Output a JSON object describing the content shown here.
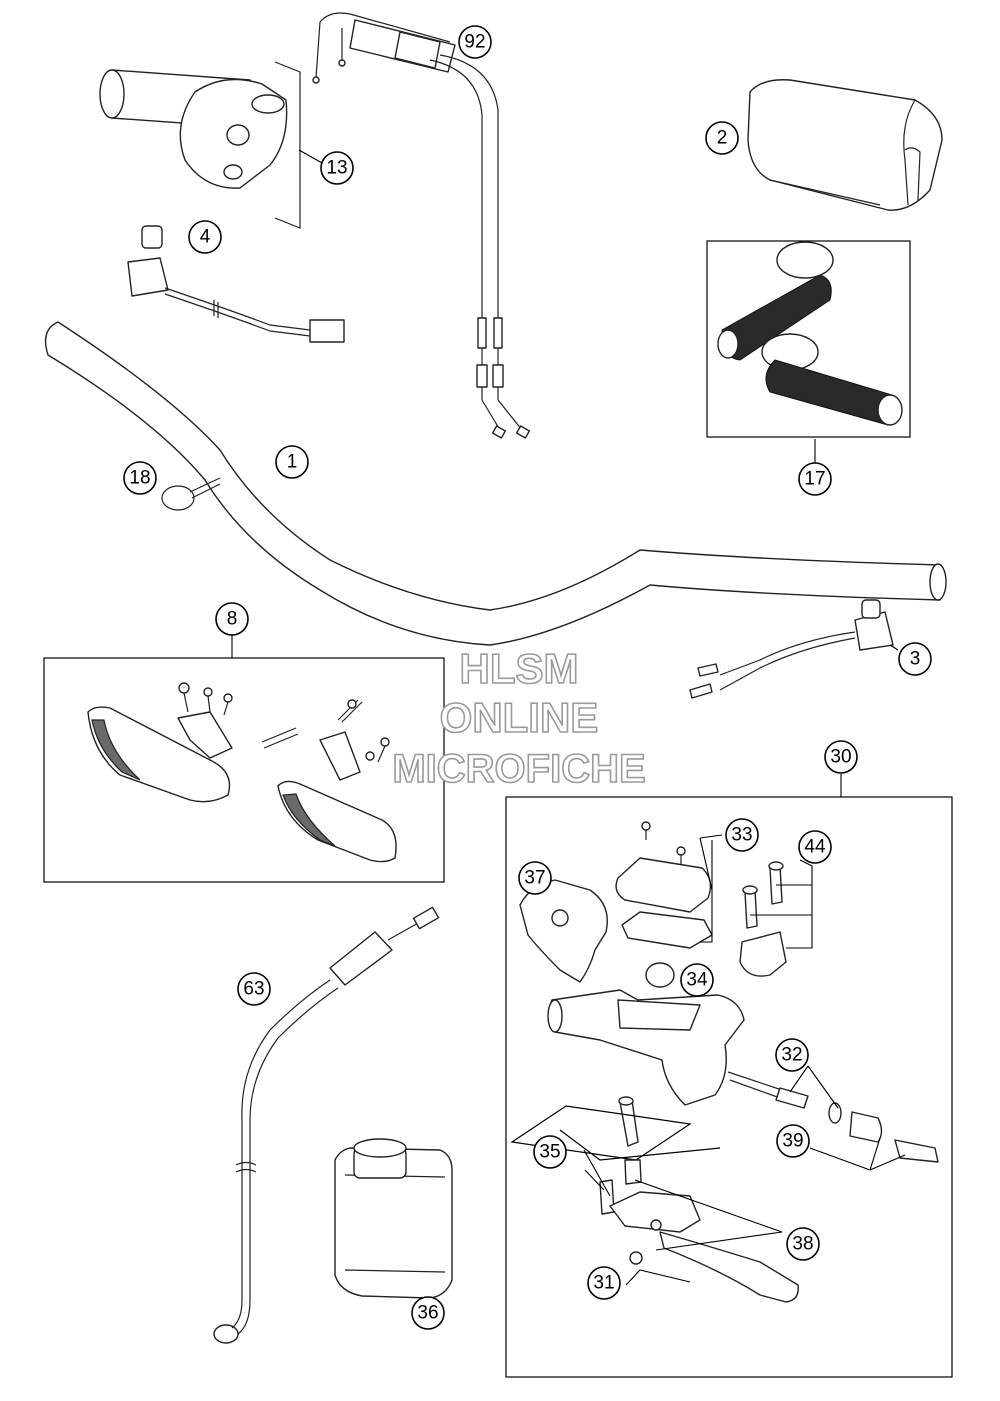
{
  "watermark": {
    "line1": "HLSM",
    "line2": "ONLINE",
    "line3": "MICROFICHE"
  },
  "callouts": {
    "c1": "1",
    "c2": "2",
    "c3": "3",
    "c4": "4",
    "c8": "8",
    "c13": "13",
    "c17": "17",
    "c18": "18",
    "c30": "30",
    "c31": "31",
    "c32": "32",
    "c33": "33",
    "c34": "34",
    "c35": "35",
    "c36": "36",
    "c37": "37",
    "c38": "38",
    "c39": "39",
    "c44": "44",
    "c63": "63",
    "c92": "92"
  }
}
